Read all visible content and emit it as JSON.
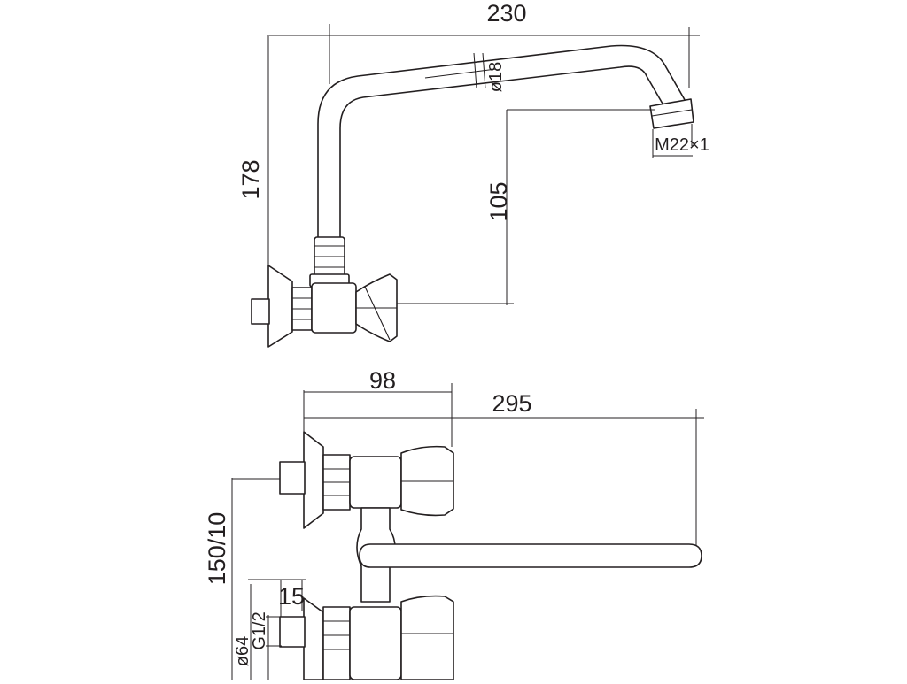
{
  "drawing": {
    "top_view": {
      "dim_width": "230",
      "dim_height": "178",
      "dim_outlet_height": "105",
      "dim_diameter": "ø18",
      "thread": "M22×1"
    },
    "bottom_view": {
      "dim_depth": "98",
      "dim_spout_length": "295",
      "dim_centers": "150/10",
      "dim_connector": "15",
      "dim_thread": "G1/2",
      "dim_flange": "ø64"
    },
    "line_color": "#231f20"
  }
}
